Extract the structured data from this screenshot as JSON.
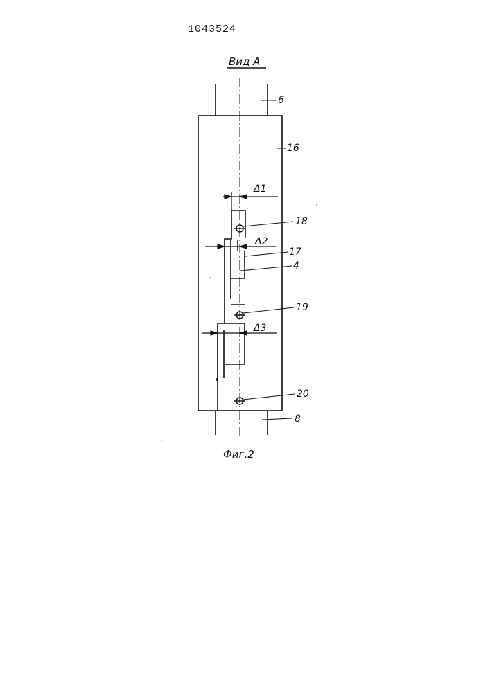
{
  "document": {
    "number": "1043524",
    "view_title": "Вид А",
    "figure_caption": "Фиг.2"
  },
  "labels": {
    "part_6": "6",
    "part_16": "16",
    "part_18": "18",
    "part_17": "17",
    "part_4": "4",
    "part_19": "19",
    "part_20": "20",
    "part_8": "8",
    "gap_1": "Δ1",
    "gap_2": "Δ2",
    "gap_3": "Δ3"
  },
  "style": {
    "ink": "#111111"
  }
}
